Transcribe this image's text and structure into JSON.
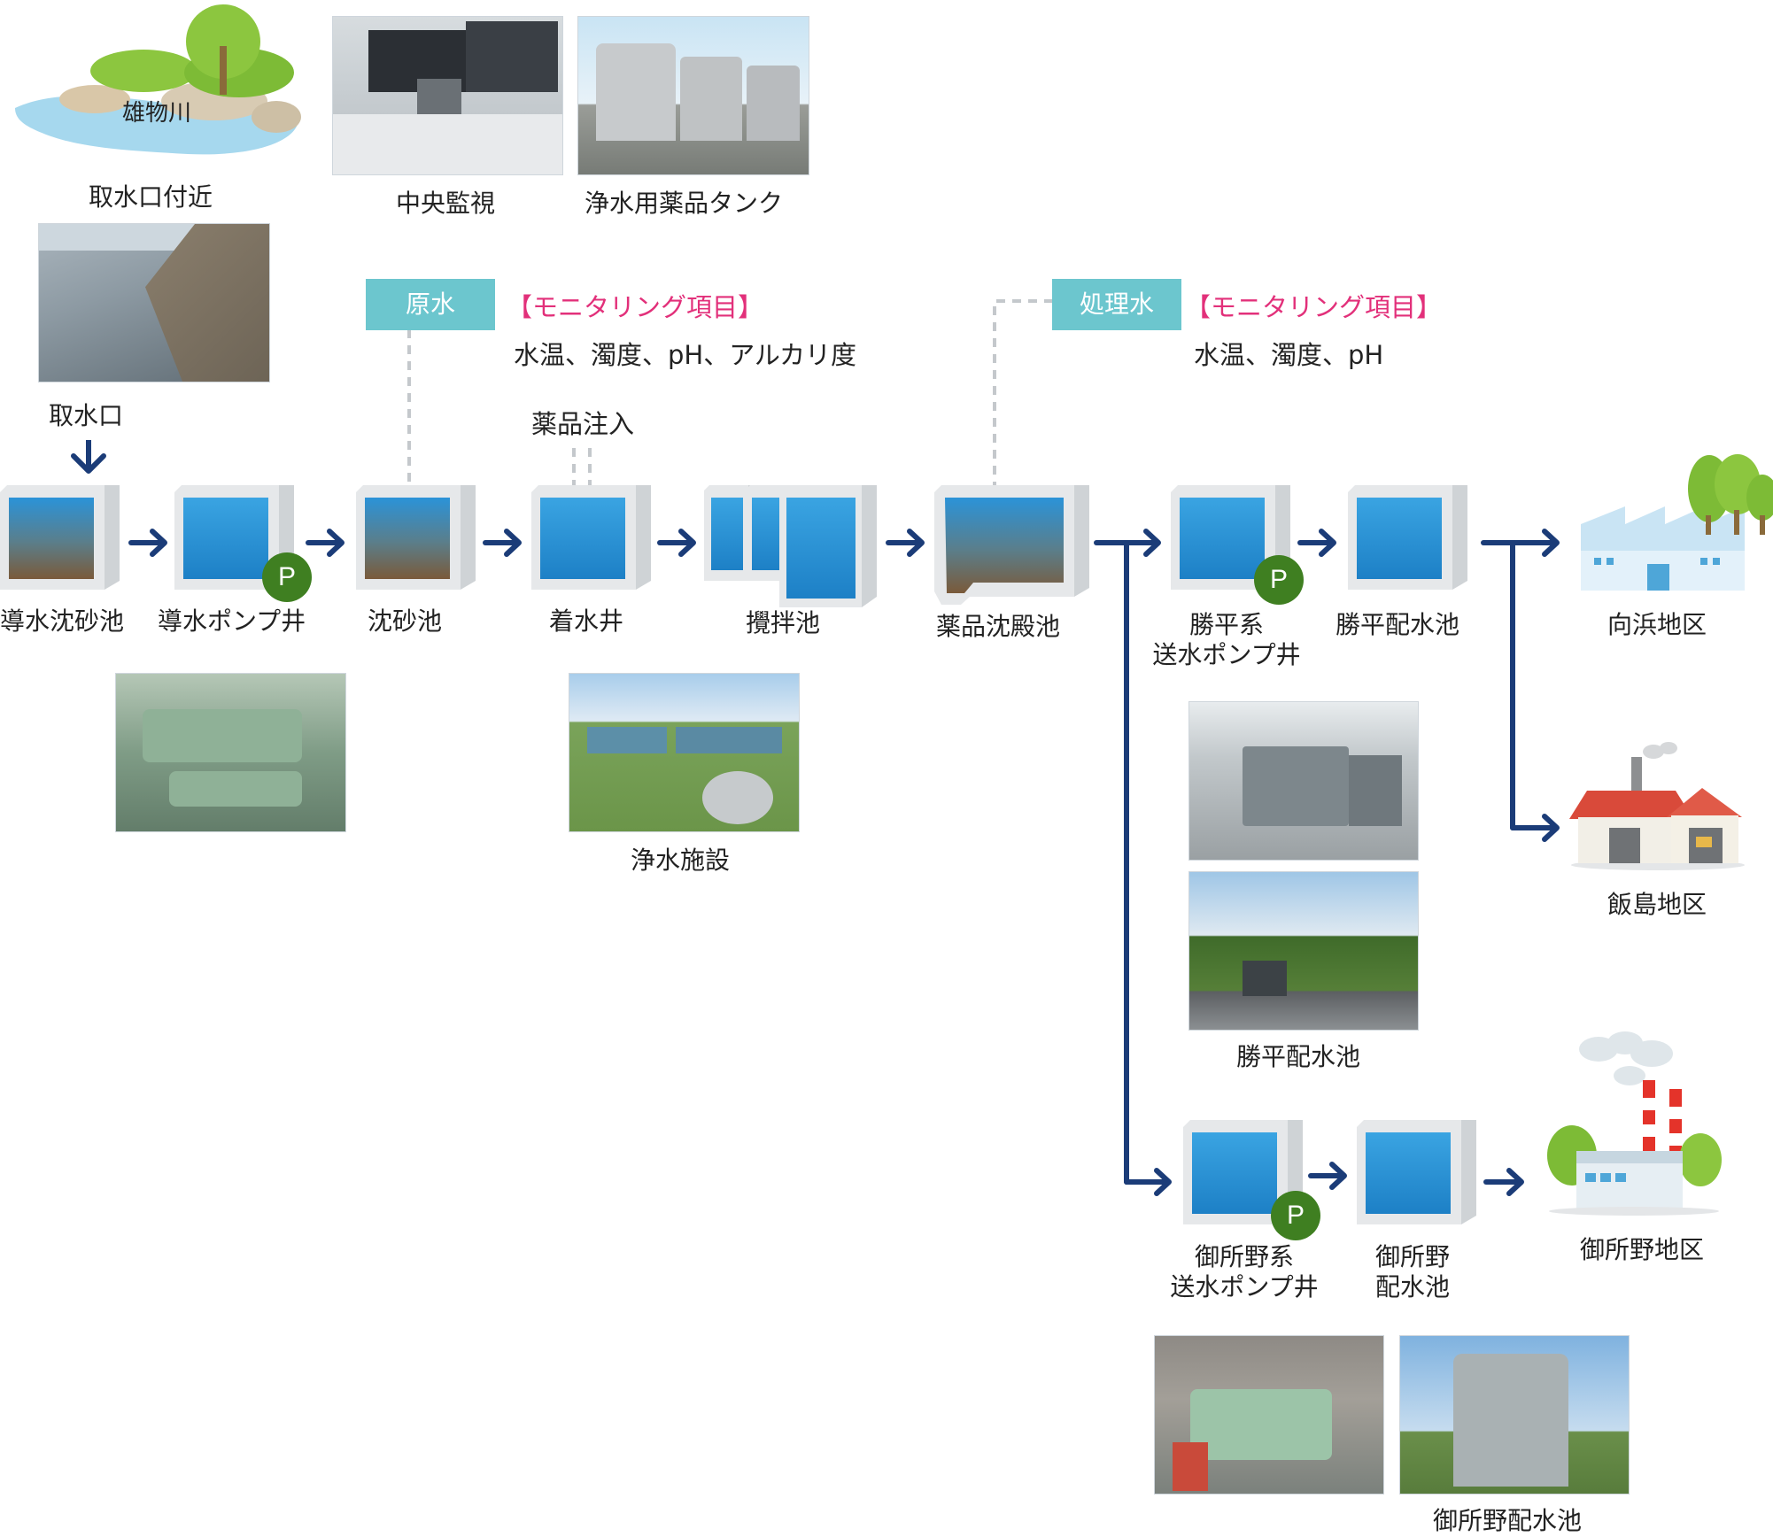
{
  "top": {
    "river_name": "雄物川",
    "intake_vicinity": "取水口付近",
    "central_monitoring": "中央監視",
    "chemical_tank": "浄水用薬品タンク",
    "intake": "取水口"
  },
  "monitoring": {
    "raw_tag": "原水",
    "raw_heading": "【モニタリング項目】",
    "raw_items": "水温、濁度、pH、アルカリ度",
    "treated_tag": "処理水",
    "treated_heading": "【モニタリング項目】",
    "treated_items": "水温、濁度、pH",
    "chemical_injection": "薬品注入"
  },
  "process": {
    "t1": "導水沈砂池",
    "t2": "導水ポンプ井",
    "t3": "沈砂池",
    "t4": "着水井",
    "t5": "攪拌池",
    "t6": "薬品沈殿池",
    "pump_mark": "P"
  },
  "katsuhira": {
    "pump_line1": "勝平系",
    "pump_line2": "送水ポンプ井",
    "reservoir": "勝平配水池",
    "photo_label": "勝平配水池"
  },
  "gosho": {
    "pump_line1": "御所野系",
    "pump_line2": "送水ポンプ井",
    "reservoir_line1": "御所野",
    "reservoir_line2": "配水池",
    "photo_label": "御所野配水池"
  },
  "districts": {
    "mukaihama": "向浜地区",
    "iijima": "飯島地区",
    "goshono": "御所野地区"
  },
  "facility_photo": "浄水施設",
  "colors": {
    "arrow": "#1b3c78",
    "tag": "#6cc6ce",
    "pink": "#e2307a",
    "pump": "#3f7f21",
    "water_top": "#3a9fdc",
    "water_bottom": "#1d7fc4"
  }
}
